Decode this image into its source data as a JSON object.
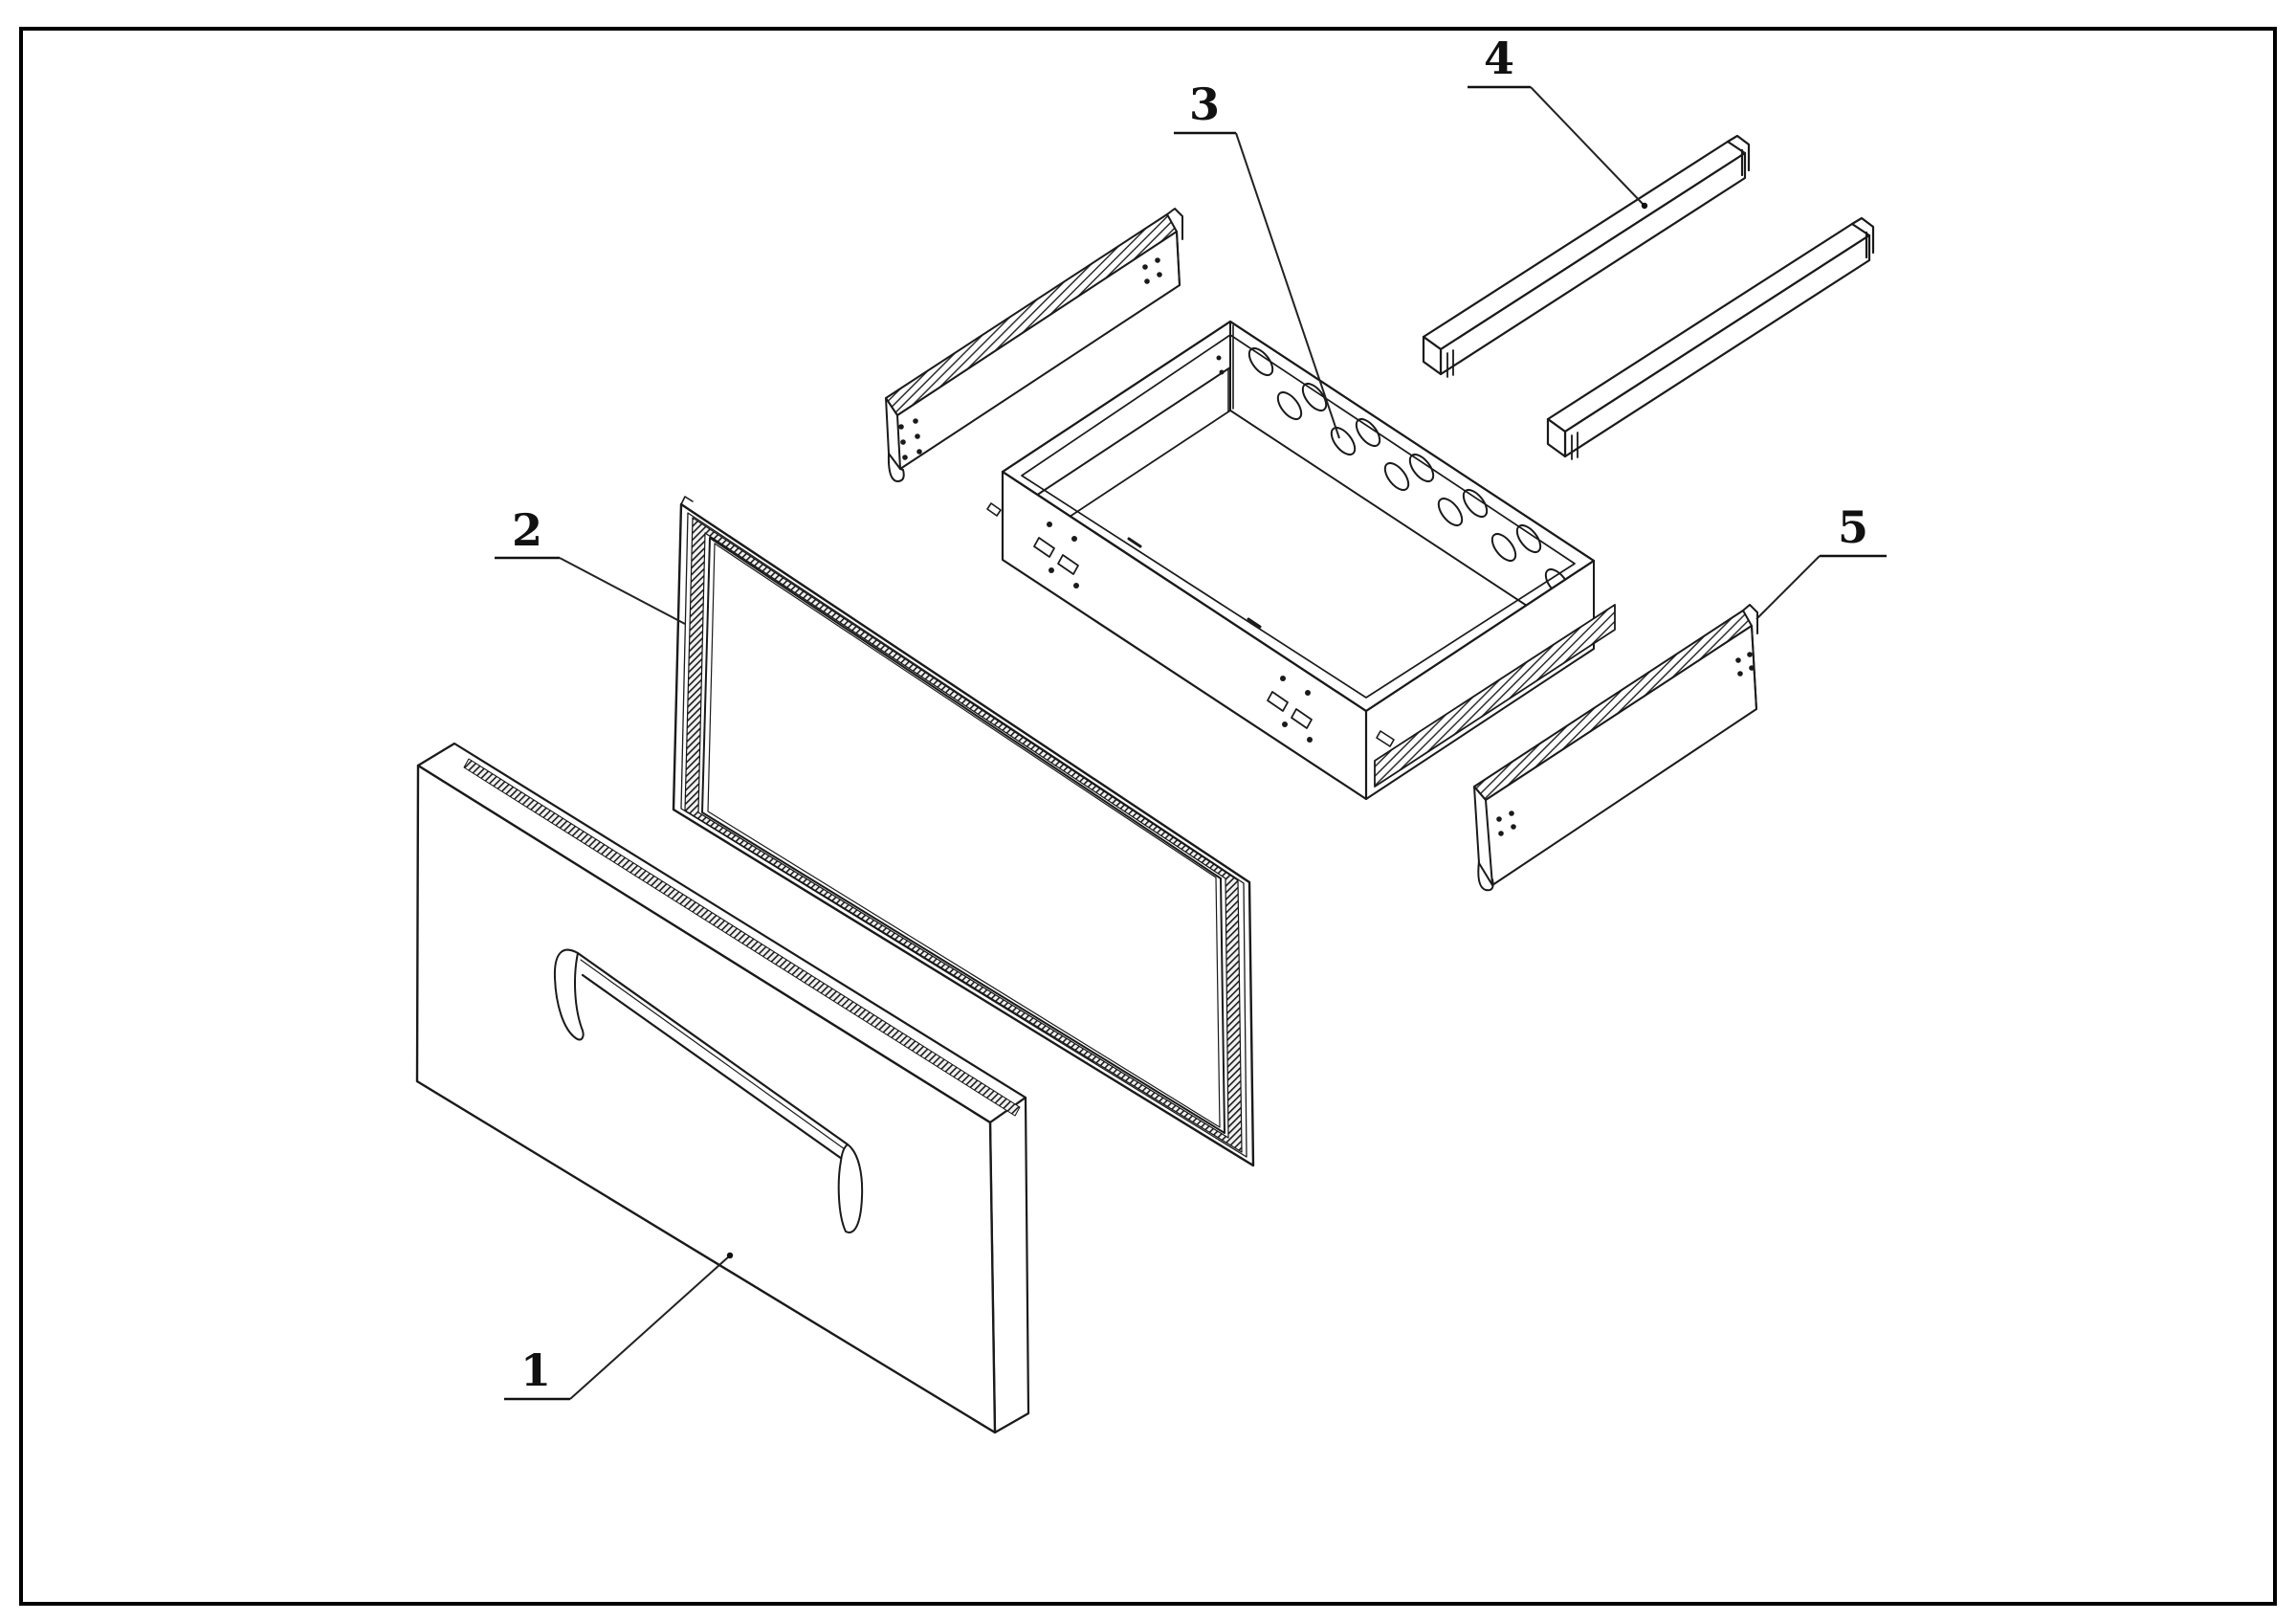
{
  "diagram": {
    "type": "exploded-view technical line drawing",
    "subject": "Drawer assembly exploded isometric view",
    "style": {
      "background": "#ffffff",
      "line_color": "#1a1a1a",
      "border_color": "#000000"
    },
    "parts": [
      {
        "number": "1",
        "name": "drawer front panel with recessed pull handle"
      },
      {
        "number": "2",
        "name": "front frame with gasket seal band"
      },
      {
        "number": "3",
        "name": "drawer basket with perforated rear wall"
      },
      {
        "number": "4",
        "name": "square support bars (pair)"
      },
      {
        "number": "5",
        "name": "side slide rail C-channel"
      }
    ],
    "other_components": [
      "left slide rail (mirror of part 5)",
      "telescopic rail mounted on basket side"
    ]
  }
}
